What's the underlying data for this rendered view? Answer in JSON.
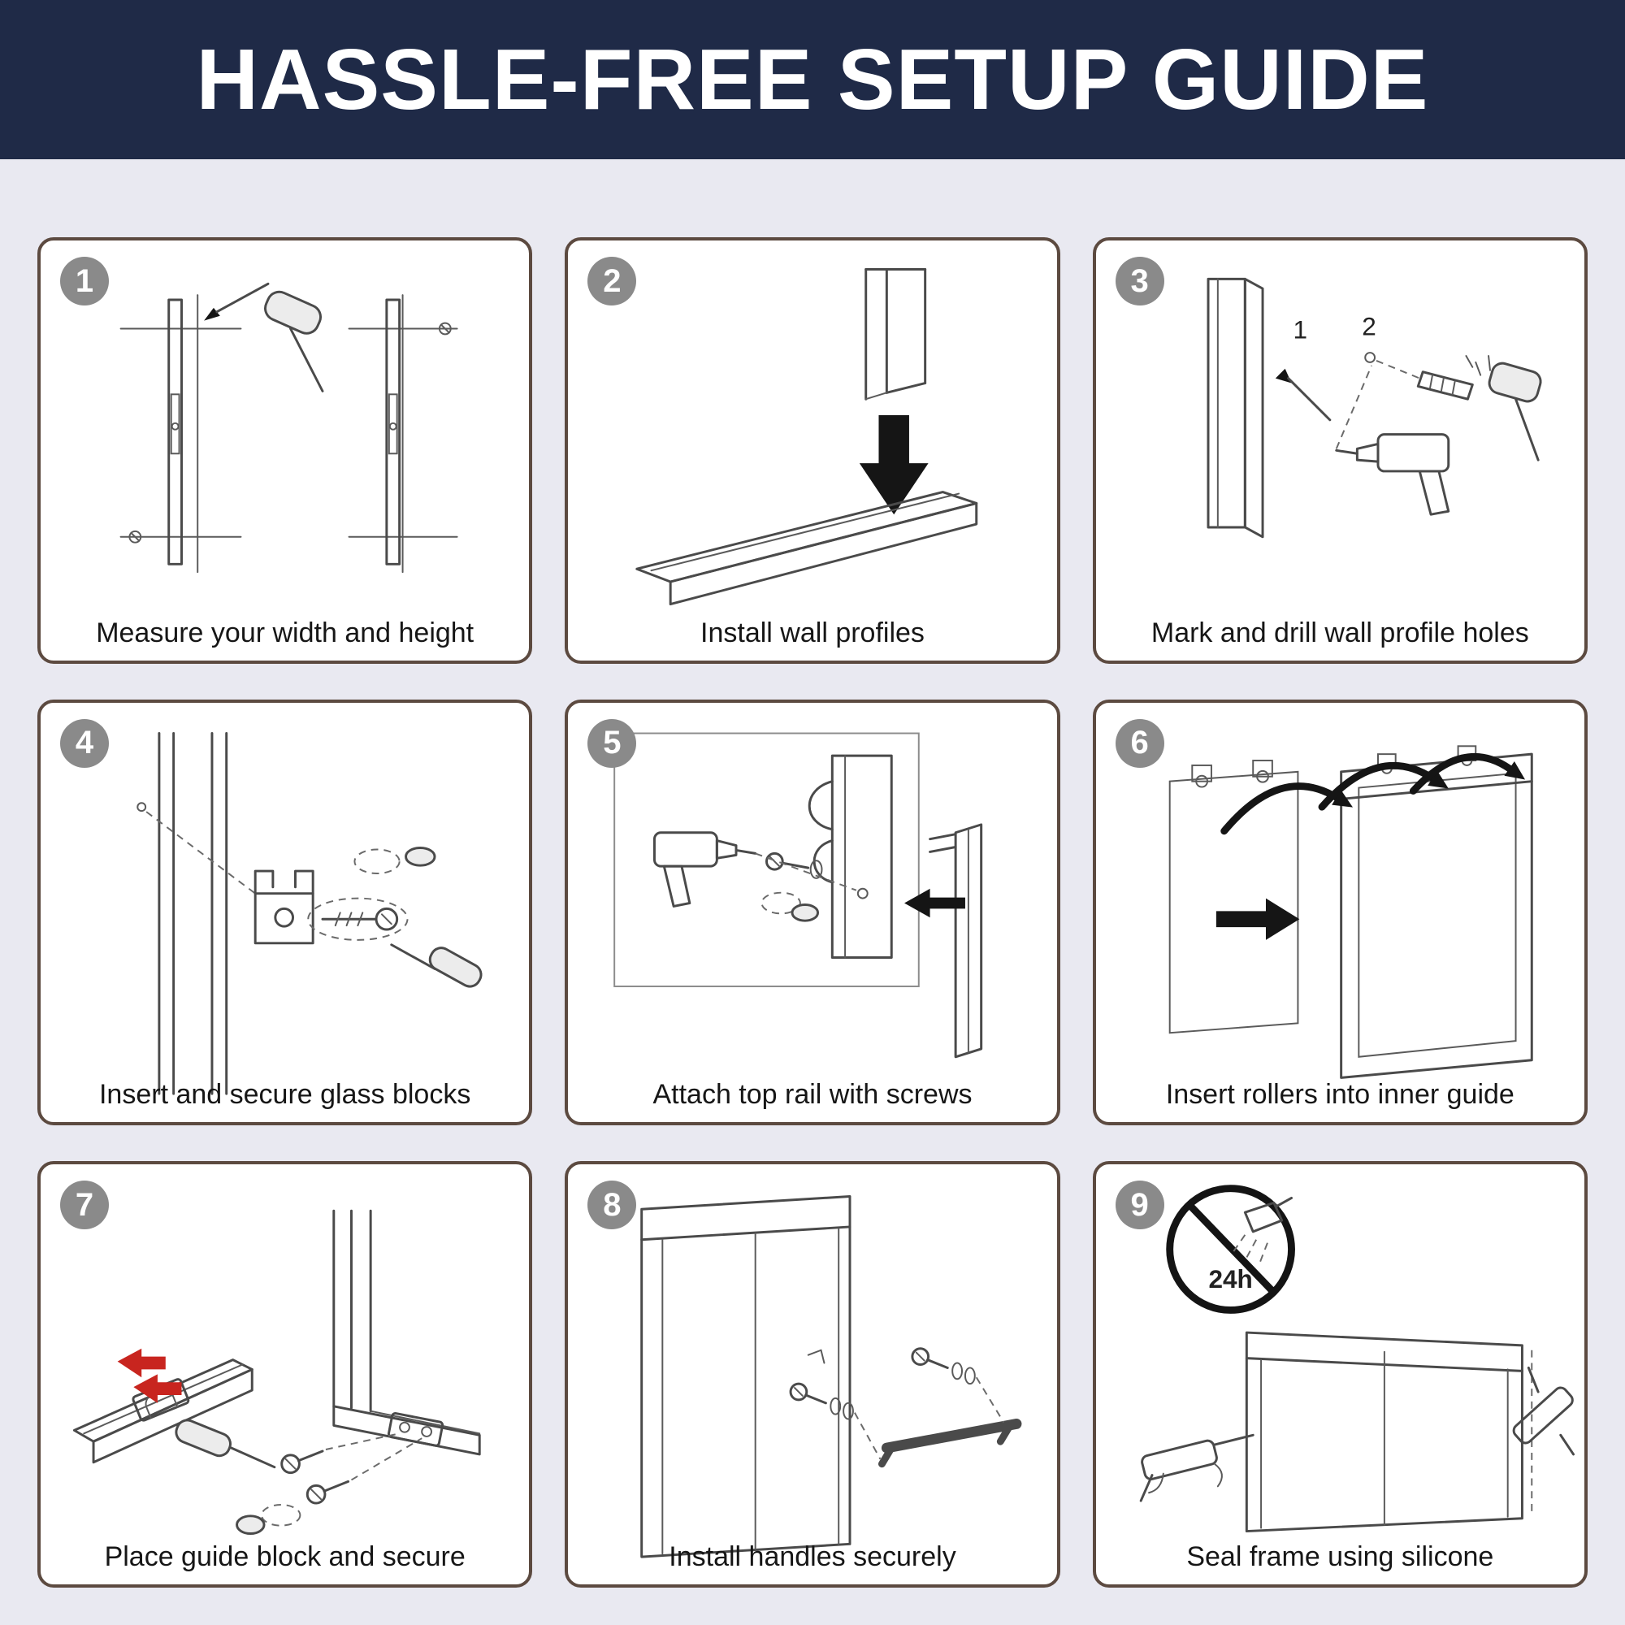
{
  "header": {
    "title": "HASSLE-FREE SETUP GUIDE"
  },
  "colors": {
    "header_bg": "#1f2a47",
    "page_bg": "#e9e9f1",
    "card_border": "#5c4a40",
    "card_bg": "#ffffff",
    "badge_bg": "#8a8a8a",
    "line_art": "#4a4a4a",
    "arrow_black": "#151515",
    "arrow_red": "#c8251f"
  },
  "steps": [
    {
      "number": "1",
      "caption": "Measure your width and height",
      "illustration": "measuring-profiles-with-pencil-and-mallet"
    },
    {
      "number": "2",
      "caption": "Install wall profiles",
      "illustration": "wall-profile-with-down-arrow-onto-bottom-rail"
    },
    {
      "number": "3",
      "caption": "Mark and drill wall profile holes",
      "illustration": "pencil-mark-drill-and-wall-anchor-with-hammer",
      "annotations": {
        "first": "1",
        "second": "2"
      }
    },
    {
      "number": "4",
      "caption": "Insert and secure glass blocks",
      "illustration": "glass-block-clamp-with-screw-and-screwdriver"
    },
    {
      "number": "5",
      "caption": "Attach top rail with screws",
      "illustration": "top-rail-cross-section-with-drill-and-screw"
    },
    {
      "number": "6",
      "caption": "Insert rollers into inner guide",
      "illustration": "glass-panel-rollers-hooking-into-frame"
    },
    {
      "number": "7",
      "caption": "Place guide block and secure",
      "illustration": "guide-block-on-bottom-track-with-screws"
    },
    {
      "number": "8",
      "caption": "Install handles securely",
      "illustration": "door-with-towel-bar-handle-and-screws"
    },
    {
      "number": "9",
      "caption": "Seal frame using silicone",
      "illustration": "caulk-guns-sealing-frame-no-shower-24h",
      "annotations": {
        "no_water_label": "24h"
      }
    }
  ]
}
